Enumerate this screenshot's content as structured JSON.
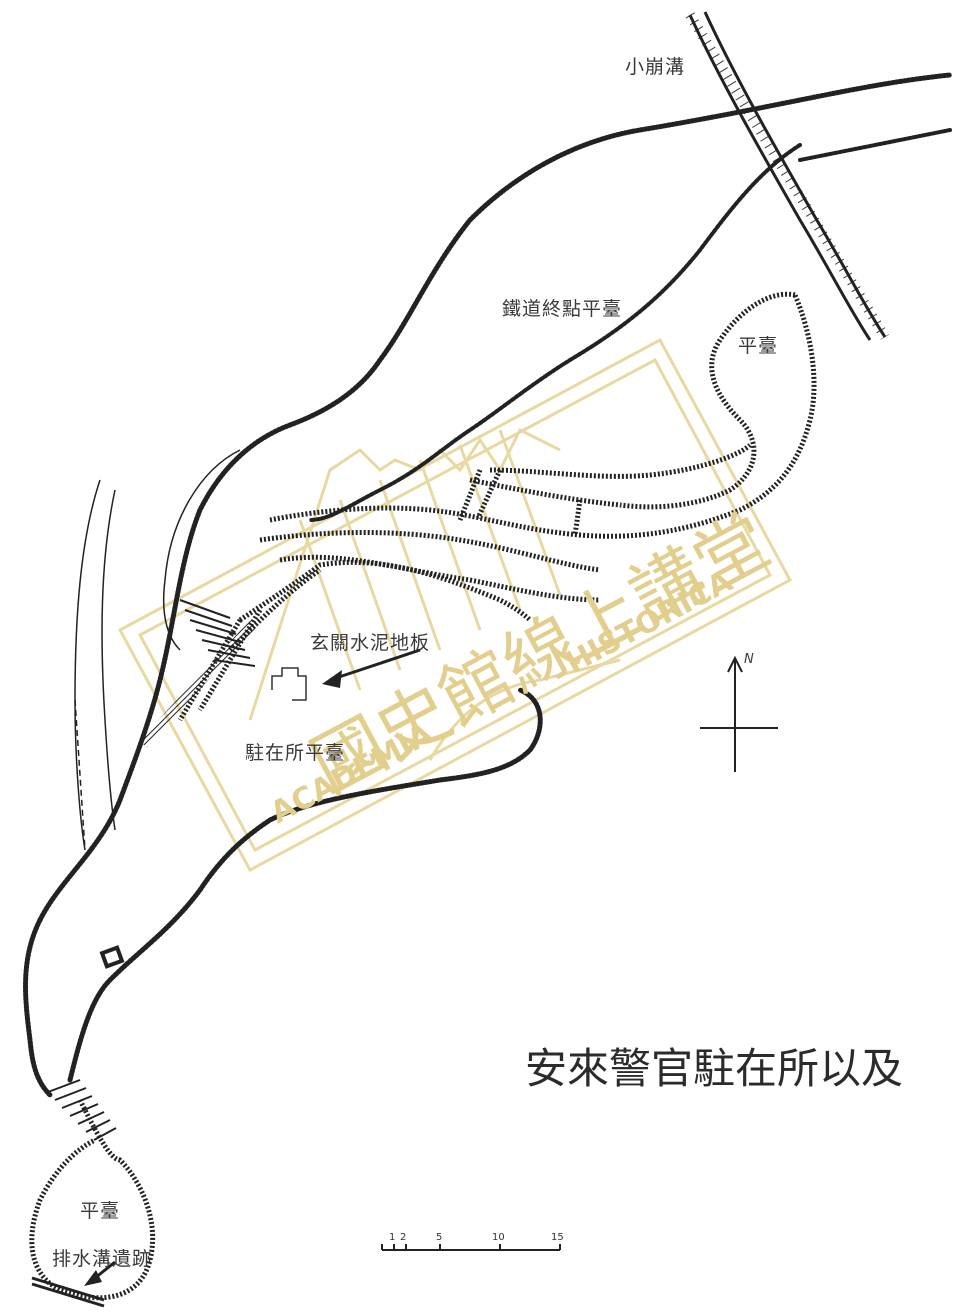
{
  "labels": {
    "stream": "小崩溝",
    "railway_terminal": "鐵道終點平臺",
    "terrace_right": "平臺",
    "entrance_floor": "玄關水泥地板",
    "station_terrace": "駐在所平臺",
    "terrace_bottom": "平臺",
    "drainage": "排水溝遺跡"
  },
  "title": "安來警官駐在所以及",
  "north": "N",
  "scale": {
    "ticks": [
      "1",
      "2",
      "5",
      "10",
      "15"
    ]
  },
  "watermark": {
    "text_cn": "國史館線上講堂",
    "text_a": "ACADEMIA",
    "text_b": "HISTORICA"
  },
  "colors": {
    "ink": "#2a2a2a",
    "watermark": "#e2cf8e"
  }
}
